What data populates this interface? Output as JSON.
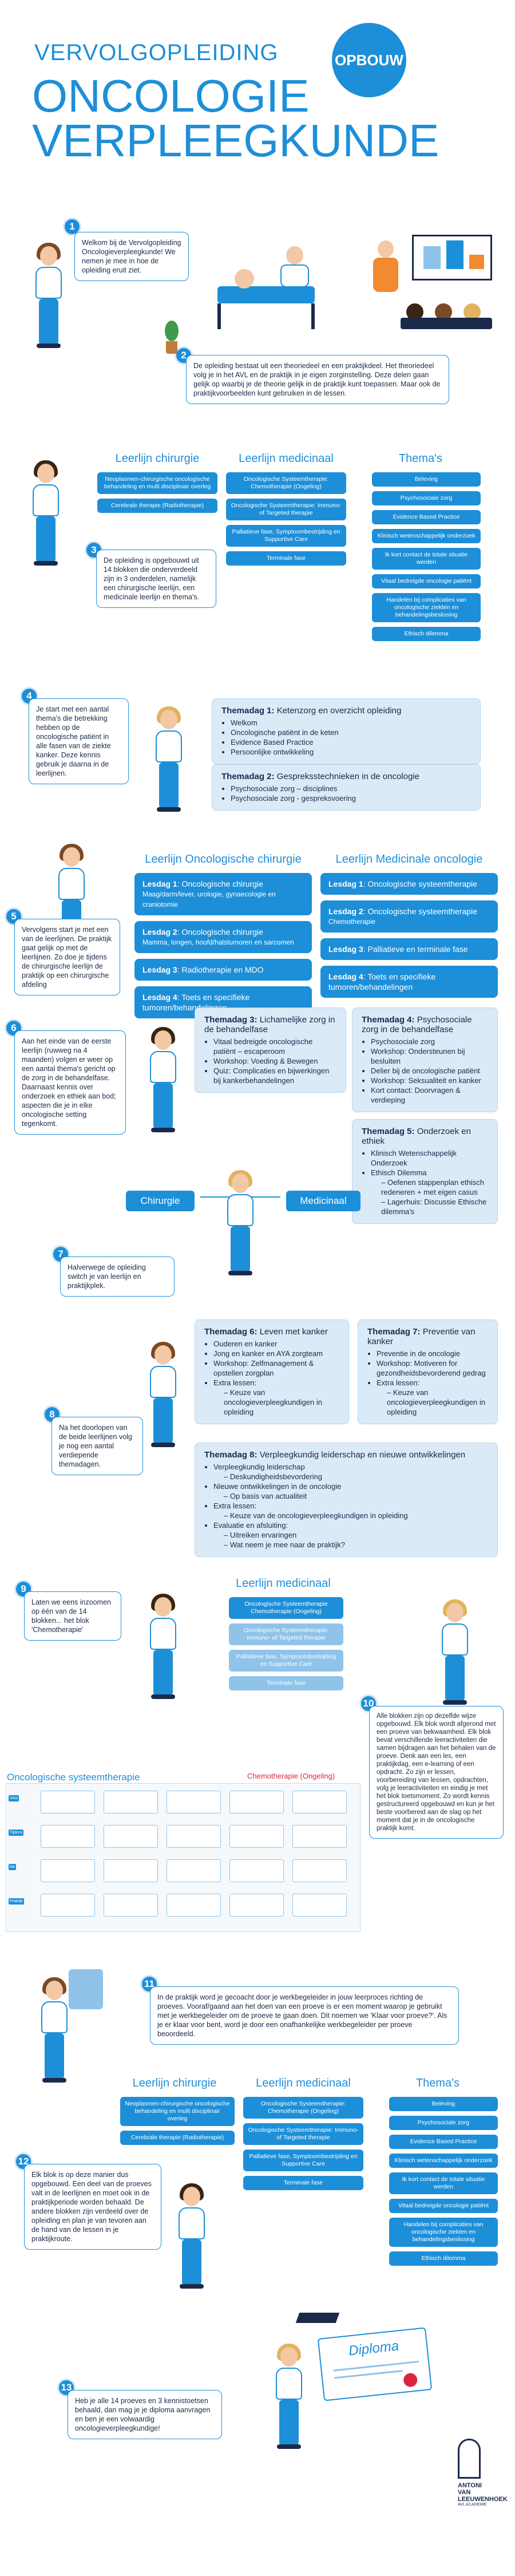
{
  "header": {
    "line1": "VERVOLGOPLEIDING",
    "line2": "ONCOLOGIE",
    "line3": "VERPLEEGKUNDE",
    "badge": "OPBOUW"
  },
  "steps": {
    "s1": {
      "num": "1",
      "text": "Welkom bij de Vervolgopleiding Oncologieverpleegkunde! We nemen je mee in hoe de opleiding eruit ziet."
    },
    "s2": {
      "num": "2",
      "text": "De opleiding bestaat uit een theoriedeel en een praktijkdeel. Het theoriedeel volg je in het AVL en de praktijk in je eigen zorginstelling. Deze delen gaan gelijk op waarbij je de theorie gelijk in de praktijk kunt toepassen. Maar ook de praktijkvoorbeelden kunt gebruiken in de lessen."
    },
    "s3": {
      "num": "3",
      "text": "De opleiding is opgebouwd uit 14 blokken die onderverdeeld zijn in 3 onderdelen, namelijk een chirurgische leerlijn, een medicinale leerlijn en thema's."
    },
    "s4": {
      "num": "4",
      "text": "Je start met een aantal thema's die betrekking hebben op de oncologische patiënt in alle fasen van de ziekte kanker. Deze kennis gebruik je daarna in de leerlijnen."
    },
    "s5": {
      "num": "5",
      "text": "Vervolgens start je met een van de leerlijnen. De praktijk gaat gelijk op met de leerlijnen. Zo doe je tijdens de chirurgische leerlijn de praktijk op een chirurgische afdeling"
    },
    "s6": {
      "num": "6",
      "text": "Aan het einde van de eerste leerlijn (ruwweg na 4 maanden) volgen er weer op een aantal thema's gericht op de zorg in de behandelfase. Daarnaast kennis over onderzoek en ethiek aan bod; aspecten die je in elke oncologische setting tegenkomt."
    },
    "s7": {
      "num": "7",
      "text": "Halverwege de opleiding switch je van leerlijn en praktijkplek."
    },
    "s8": {
      "num": "8",
      "text": "Na het doorlopen van de beide leerlijnen volg je nog een aantal verdiepende themadagen."
    },
    "s9": {
      "num": "9",
      "text": "Laten we eens inzoomen op één van de 14 blokken... het blok 'Chemotherapie'"
    },
    "s10": {
      "num": "10",
      "text": "Alle blokken zijn op dezelfde wijze opgebouwd. Elk blok wordt afgerond met een proeve van bekwaamheid. Elk blok bevat verschillende leeractiviteiten die samen bijdragen aan het behalen van de proeve. Denk aan een les, een praktijkdag, een e-learning of een opdracht. Zo zijn er lessen, voorbereiding van lessen, opdrachten, volg je leeractiviteiten en eindig je met het blok toetsmoment. Zo wordt kennis gestructureerd opgebouwd en kun je het beste voorbereid aan de slag op het moment dat je in de oncologische praktijk komt."
    },
    "s11": {
      "num": "11",
      "text": "In de praktijk word je gecoacht door je werkbegeleider in jouw leerproces richting de proeves. Vooraf/gaand aan het doen van een proeve is er een moment waarop je gebruikt met je werkbegeleider om de proeve te gaan doen. Dit noemen we 'Klaar voor proeve?'. Als je er klaar voor bent, word je door een onafhankelijke werkbegeleider per proeve beoordeeld."
    },
    "s12": {
      "num": "12",
      "text": "Elk blok is op deze manier dus opgebouwd. Een deel van de proeves valt in de leerlijnen en moet ook in de praktijkperiode worden behaald. De andere blokken zijn verdeeld over de opleiding en plan je van tevoren aan de hand van de lessen in je praktijkroute."
    },
    "s13": {
      "num": "13",
      "text": "Heb je alle 14 proeves en 3 kennistoetsen behaald, dan mag je je diploma aanvragen en ben je een volwaardig oncologieverpleegkundige!"
    }
  },
  "columns": {
    "chirurgie_title": "Leerlijn chirurgie",
    "medicinaal_title": "Leerlijn medicinaal",
    "themas_title": "Thema's",
    "chirurgie": [
      "Neoplasmen-chirurgische oncologische behandeling en multi disciplinair overleg",
      "Cerebrale therapie (Radiotherapie)"
    ],
    "medicinaal": [
      "Oncologische Systeemtherapie: Chemotherapie (Ongeling)",
      "Oncologische Systeemtherapie: Immuno- of Targeted therapie",
      "Palliatieve fase, Symptoombestrijding en Supportive Care",
      "Terminale fase"
    ],
    "themas": [
      "Beleving",
      "Psychosociale zorg",
      "Evidence Based Practice",
      "Klinisch wetenschappelijk onderzoek",
      "Ik kort contact de totale situatie werden",
      "Vitaal bedreigde oncologie patiënt",
      "Handelen bij complicaties van oncologische ziekten en behandelingsbeslissing",
      "Ethisch dilemma"
    ]
  },
  "themadag1": {
    "title_b": "Themadag 1:",
    "title_r": " Ketenzorg en overzicht opleiding",
    "items": [
      "Welkom",
      "Oncologische patiënt in de keten",
      "Evidence Based Practice",
      "Persoonlijke ontwikkeling"
    ]
  },
  "themadag2": {
    "title_b": "Themadag 2:",
    "title_r": " Gespreksstechnieken in de oncologie",
    "items": [
      "Psychosociale zorg – disciplines",
      "Psychosociale zorg - gespreksvoering"
    ]
  },
  "leerlijn_chir": {
    "title": "Leerlijn Oncologische chirurgie",
    "lessen": [
      {
        "b": "Lesdag 1",
        "r": ": Oncologische chirurgie",
        "sub": "Maag/darm/lever, urologie, gynaecologie en craniotomie"
      },
      {
        "b": "Lesdag 2",
        "r": ": Oncologische chirurgie",
        "sub": "Mamma, longen, hoofd/halstumoren en sarcomen"
      },
      {
        "b": "Lesdag 3",
        "r": ": Radiotherapie en MDO",
        "sub": ""
      },
      {
        "b": "Lesdag 4",
        "r": ": Toets en specifieke tumoren/behandelingen",
        "sub": ""
      }
    ]
  },
  "leerlijn_med": {
    "title": "Leerlijn Medicinale oncologie",
    "lessen": [
      {
        "b": "Lesdag 1",
        "r": ": Oncologische systeemtherapie",
        "sub": ""
      },
      {
        "b": "Lesdag 2",
        "r": ": Oncologische systeemtherapie",
        "sub": "Chemotherapie"
      },
      {
        "b": "Lesdag 3",
        "r": ": Palliatieve en terminale fase",
        "sub": ""
      },
      {
        "b": "Lesdag 4",
        "r": ": Toets en specifieke tumoren/behandelingen",
        "sub": ""
      }
    ]
  },
  "themadag3": {
    "title_b": "Themadag 3:",
    "title_r": " Lichamelijke zorg in de behandelfase",
    "items": [
      "Vitaal bedreigde oncologische patiënt – escaperoom",
      "Workshop: Voeding & Bewegen",
      "Quiz: Complicaties en bijwerkingen bij kankerbehandelingen"
    ]
  },
  "themadag4": {
    "title_b": "Themadag 4:",
    "title_r": " Psychosociale zorg in de behandelfase",
    "items": [
      "Psychosociale zorg",
      "Workshop: Ondersteunen bij besluiten",
      "Delier bij de oncologische patiënt",
      "Workshop: Seksualiteit en kanker",
      "Kort contact: Doorvragen & verdieping"
    ]
  },
  "themadag5": {
    "title_b": "Themadag 5:",
    "title_r": " Onderzoek en ethiek",
    "items": [
      "Klinisch Wetenschappelijk Onderzoek",
      "Ethisch Dilemma"
    ],
    "subitems": [
      "Oefenen stappenplan ethisch redeneren + met eigen casus",
      "Lagerhuis: Discussie Ethische dilemma's"
    ]
  },
  "switch": {
    "left": "Chirurgie",
    "right": "Medicinaal"
  },
  "themadag6": {
    "title_b": "Themadag 6:",
    "title_r": " Leven met kanker",
    "items": [
      "Ouderen en kanker",
      "Jong en kanker en AYA zorgteam",
      "Workshop: Zelfmanagement & opstellen zorgplan",
      "Extra lessen:"
    ],
    "subitems": [
      "Keuze van oncologieverpleegkundigen in opleiding"
    ]
  },
  "themadag7": {
    "title_b": "Themadag 7:",
    "title_r": " Preventie van kanker",
    "items": [
      "Preventie in de oncologie",
      "Workshop: Motiveren for gezondheidsbevorderend gedrag",
      "Extra lessen:"
    ],
    "subitems": [
      "Keuze van oncologieverpleegkundigen in opleiding"
    ]
  },
  "themadag8": {
    "title_b": "Themadag 8:",
    "title_r": " Verpleegkundig leiderschap en nieuwe ontwikkelingen",
    "items": [
      "Verpleegkundig leiderschap"
    ],
    "sub1": [
      "Deskundigheidsbevordering"
    ],
    "items2": [
      "Nieuwe ontwikkelingen in de oncologie"
    ],
    "sub2": [
      "Op basis van actualiteit"
    ],
    "items3": [
      "Extra lessen:"
    ],
    "sub3": [
      "Keuze van de oncologieverpleegkundigen in opleiding"
    ],
    "items4": [
      "Evaluatie en afsluiting:"
    ],
    "sub4": [
      "Uitreiken ervaringen",
      "Wat neem je mee naar de praktijk?"
    ]
  },
  "zoom": {
    "title": "Leerlijn medicinaal",
    "items": [
      "Oncologische Systeemtherapie Chemotherapie (Ongeling)",
      "Oncologische Systeemtherapie: Immuno- of Targeted therapie",
      "Palliatieve fase, Symptoombestrijding en Supportive Care",
      "Terminale fase"
    ]
  },
  "schedule": {
    "left_title": "Oncologische systeemtherapie",
    "right_title": "Chemotherapie (Ongeling)",
    "rows": [
      "Voor",
      "Tijdens",
      "Na",
      "Praktijk"
    ]
  },
  "diploma": {
    "label": "Diploma"
  },
  "logo": {
    "l1": "ANTONI",
    "l2": "VAN",
    "l3": "LEEUWENHOEK",
    "l4": "AVL ACADEMIE"
  },
  "colors": {
    "accent": "#1d8fd8",
    "light": "#dbeaf7",
    "navy": "#1b2a4a"
  }
}
